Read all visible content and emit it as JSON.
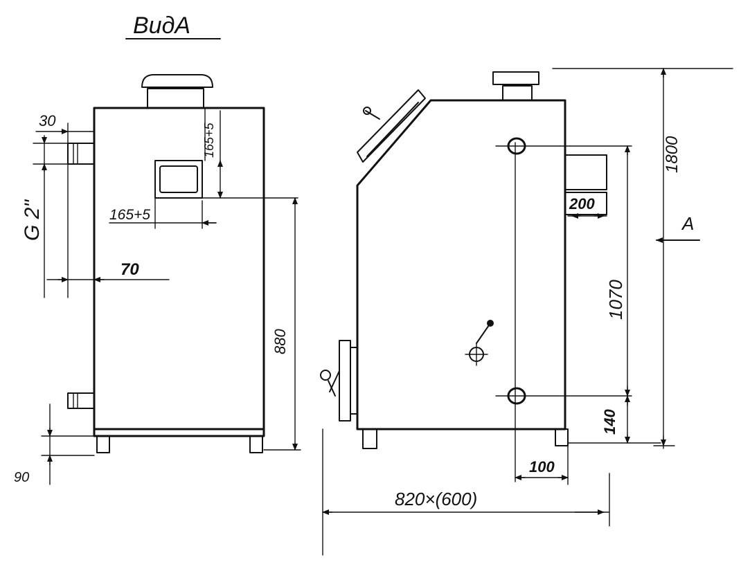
{
  "title": "ВидА",
  "front_view": {
    "dim_30": "30",
    "dim_thread": "G 2\"",
    "dim_165_5_vertical": "165+5",
    "dim_165_5_horizontal": "165+5",
    "dim_70": "70",
    "dim_880": "880",
    "dim_90": "90"
  },
  "side_view": {
    "dim_1800": "1800",
    "dim_200": "200",
    "view_arrow": "A",
    "dim_1070": "1070",
    "dim_140": "140",
    "dim_100": "100",
    "dim_820_600": "820×(600)"
  }
}
